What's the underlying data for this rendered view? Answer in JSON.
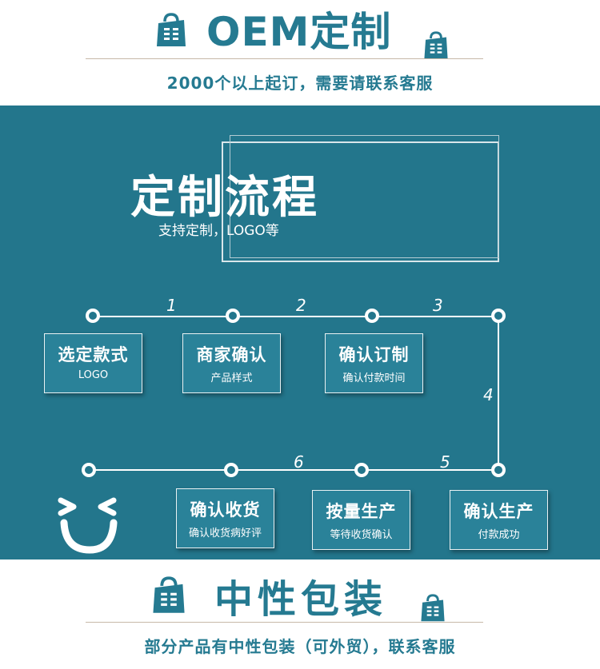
{
  "header": {
    "title": "OEM定制",
    "subtitle": "2000个以上起订，需要请联系客服"
  },
  "process": {
    "title": "定制流程",
    "subtitle": "支持定制，LOGO等",
    "step_numbers": [
      "1",
      "2",
      "3",
      "4",
      "5",
      "6"
    ],
    "steps": [
      {
        "title": "选定款式",
        "desc": "LOGO"
      },
      {
        "title": "商家确认",
        "desc": "产品样式"
      },
      {
        "title": "确认订制",
        "desc": "确认付款时间"
      },
      {
        "title": "确认生产",
        "desc": "付款成功"
      },
      {
        "title": "按量生产",
        "desc": "等待收货确认"
      },
      {
        "title": "确认收货",
        "desc": "确认收货病好评"
      }
    ]
  },
  "footer": {
    "title": "中性包装",
    "subtitle": "部分产品有中性包装（可外贸），联系客服"
  },
  "colors": {
    "teal": "#23768c",
    "accent_text": "#257a91",
    "divider": "#c7b9a8"
  }
}
